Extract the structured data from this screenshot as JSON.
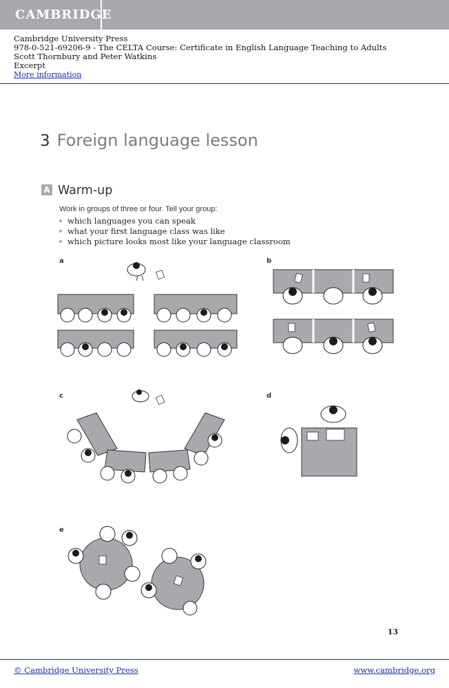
{
  "header": {
    "logo": "CAMBRIDGE",
    "publisher": "Cambridge University Press",
    "isbn_title": "978-0-521-69206-9 - The CELTA Course: Certificate in English Language Teaching to Adults",
    "authors": "Scott Thornbury and Peter Watkins",
    "excerpt": "Excerpt",
    "more_info": "More information"
  },
  "chapter": {
    "number": "3",
    "title": "Foreign language lesson"
  },
  "section": {
    "badge": "A",
    "heading": "Warm-up",
    "instruction": "Work in groups of three or four. Tell your group:",
    "bullets": [
      "which languages you can speak",
      "what your first language class was like",
      "which picture looks most like your language classroom"
    ]
  },
  "pictures": {
    "a": "a",
    "b": "b",
    "c": "c",
    "d": "d",
    "e": "e"
  },
  "page_number": "13",
  "footer": {
    "copyright": "© Cambridge University Press",
    "url": "www.cambridge.org"
  }
}
